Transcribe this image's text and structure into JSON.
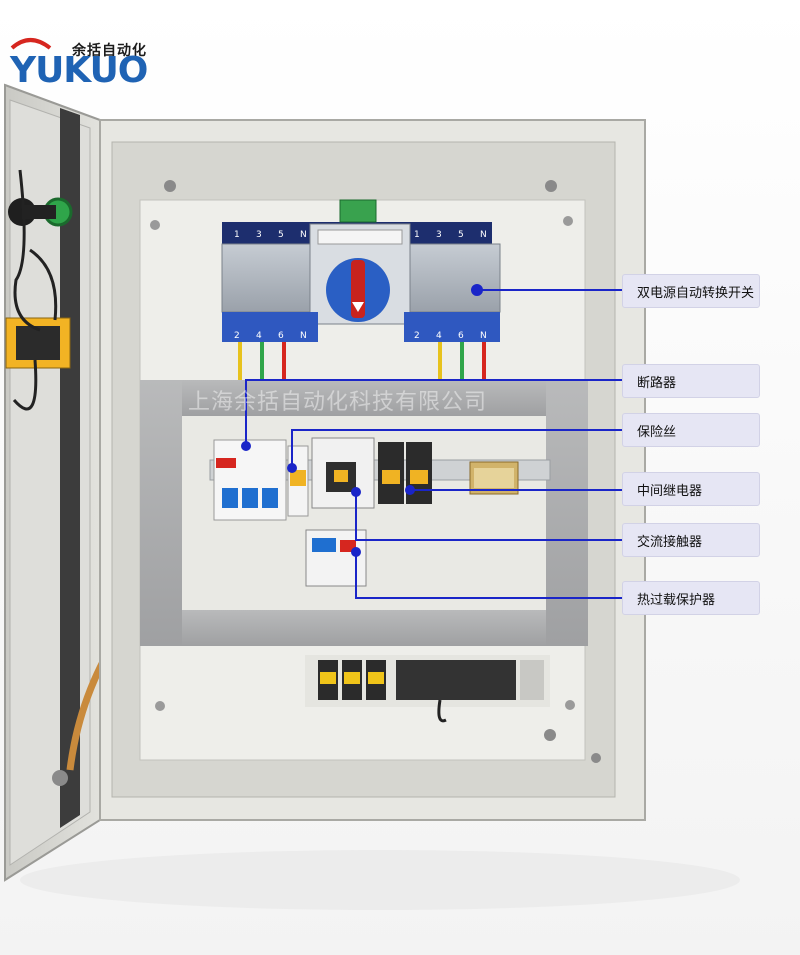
{
  "brand": {
    "name_cn": "余括自动化",
    "name_en": "YUKUO"
  },
  "watermark": "上海余括自动化科技有限公司",
  "ats_labels": {
    "terminals_left": [
      "1",
      "3",
      "5",
      "N"
    ],
    "terminals_right": [
      "1",
      "3",
      "5",
      "N"
    ],
    "terminals_bottom_left": [
      "2",
      "4",
      "6",
      "N"
    ],
    "terminals_bottom_right": [
      "2",
      "4",
      "6",
      "N"
    ]
  },
  "callouts": [
    {
      "id": "ats",
      "label": "双电源自动转换开关"
    },
    {
      "id": "breaker",
      "label": "断路器"
    },
    {
      "id": "fuse",
      "label": "保险丝"
    },
    {
      "id": "relay",
      "label": "中间继电器"
    },
    {
      "id": "contactor",
      "label": "交流接触器"
    },
    {
      "id": "overload",
      "label": "热过载保护器"
    }
  ],
  "colors": {
    "callout_bg": "#e6e6f4",
    "leader_line": "#1a25c8",
    "brand_blue": "#1f63b4",
    "cabinet": "#dcdcd6",
    "ats_body": "#b7bcc4",
    "knob": "#2a5fc4"
  }
}
